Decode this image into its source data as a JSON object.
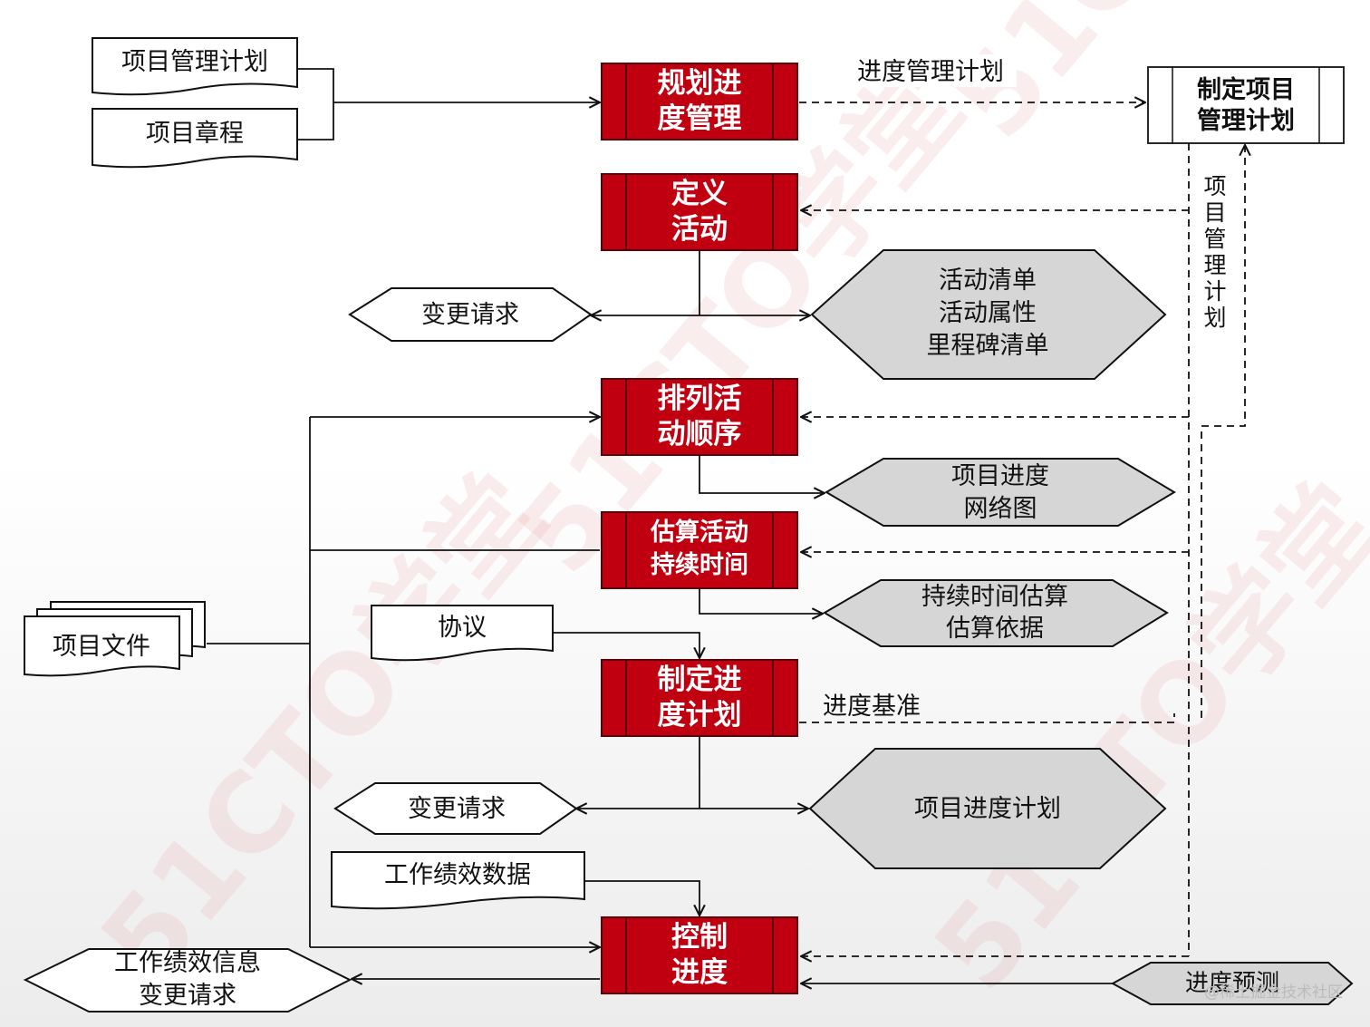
{
  "processes": {
    "plan": [
      "规划进",
      "度管理"
    ],
    "define": [
      "定义",
      "活动"
    ],
    "sequence": [
      "排列活",
      "动顺序"
    ],
    "estimate": [
      "估算活动",
      "持续时间"
    ],
    "develop": [
      "制定进",
      "度计划"
    ],
    "control": [
      "控制",
      "进度"
    ]
  },
  "documents": {
    "pm_plan": "项目管理计划",
    "charter": "项目章程",
    "project_docs": "项目文件",
    "agreements": "协议",
    "work_perf_data": "工作绩效数据"
  },
  "outputs": {
    "change_req_1": "变更请求",
    "activity_outputs": [
      "活动清单",
      "活动属性",
      "里程碑清单"
    ],
    "network": [
      "项目进度",
      "网络图"
    ],
    "duration": [
      "持续时间估算",
      "估算依据"
    ],
    "change_req_2": "变更请求",
    "schedule": "项目进度计划",
    "work_perf_info": [
      "工作绩效信息",
      "变更请求"
    ],
    "forecasts": "进度预测"
  },
  "external": {
    "develop_pm_plan": [
      "制定项目",
      "管理计划"
    ],
    "vertical_label": [
      "项",
      "目",
      "管",
      "理",
      "计",
      "划"
    ]
  },
  "labels": {
    "schedule_mgmt_plan": "进度管理计划",
    "schedule_baseline": "进度基准"
  },
  "watermark": "51CTO学堂",
  "footer": "@稀土掘金技术社区",
  "colors": {
    "process_fill": "#c00010",
    "process_stroke": "#5a0008",
    "grey_fill": "#d6d6d6"
  }
}
